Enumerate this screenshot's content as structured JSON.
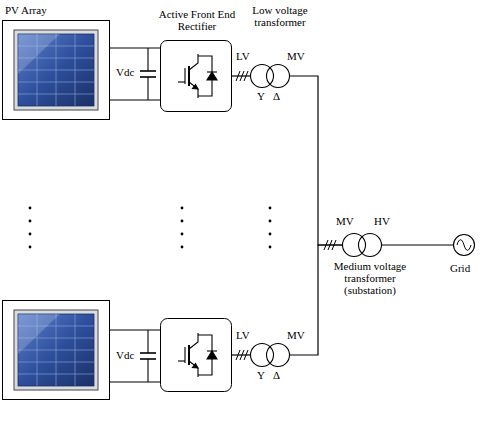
{
  "diagram": {
    "nodes": [
      {
        "text": [
          "PV Array"
        ]
      },
      {
        "text": [
          "Active Front End Rectifier"
        ]
      },
      {
        "text": [
          "Low voltage transformer",
          "LV",
          "MV",
          "Y",
          "Δ"
        ]
      },
      {
        "text": [
          "LV",
          "MV",
          "Y",
          "Δ"
        ]
      },
      {
        "text": [
          "MV",
          "HV",
          "Medium voltage transformer (substation)"
        ]
      },
      {
        "text": [
          "Grid"
        ]
      }
    ],
    "edges": [
      {
        "from": 0,
        "to": 1,
        "arrow": "none"
      },
      {
        "from": 1,
        "to": 2,
        "arrow": "none"
      },
      {
        "from": 2,
        "to": 4,
        "arrow": "none"
      },
      {
        "from": 3,
        "to": 4,
        "arrow": "none"
      },
      {
        "from": 4,
        "to": 5,
        "arrow": "none"
      }
    ],
    "labels": [
      "Vdc",
      "Vdc"
    ]
  }
}
